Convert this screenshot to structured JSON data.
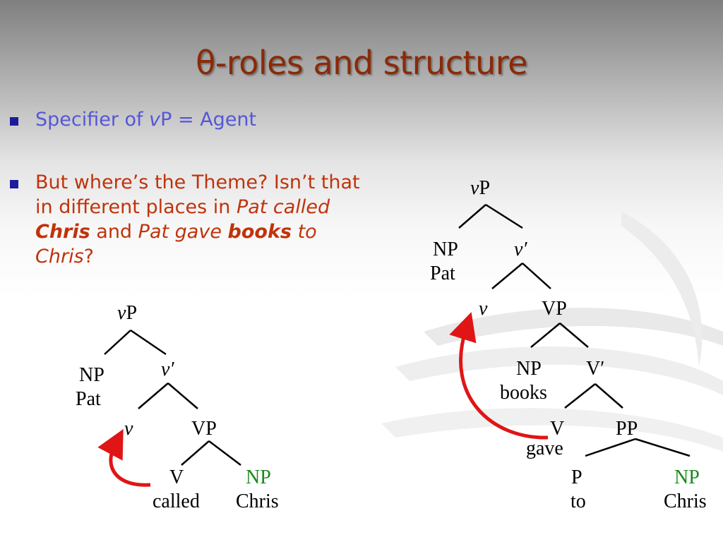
{
  "slide": {
    "title": "θ-roles and structure",
    "bullets": [
      {
        "before": "Specifier of ",
        "italic": "v",
        "after": "P = Agent"
      },
      {
        "t1": "But where’s the Theme? Isn’t that in different places in ",
        "t2": "Pat called",
        "t3": "Chris",
        "t4": " and ",
        "t5": "Pat gave",
        "t6": "books",
        "t7": " to Chris",
        "t8": "?"
      }
    ]
  },
  "tree_left": {
    "root_italic": "v",
    "root_rest": "P",
    "np": "NP",
    "np_word": "Pat",
    "vbar": "v′",
    "v": "v",
    "vp": "VP",
    "verb": "V",
    "verb_word": "called",
    "obj": "NP",
    "obj_word": "Chris"
  },
  "tree_right": {
    "root_italic": "v",
    "root_rest": "P",
    "np": "NP",
    "np_word": "Pat",
    "vbar": "v′",
    "v": "v",
    "vp": "VP",
    "np2": "NP",
    "np2_word": "books",
    "vbar2": "V′",
    "verb": "V",
    "verb_word": "gave",
    "pp": "PP",
    "p": "P",
    "p_word": "to",
    "obj": "NP",
    "obj_word": "Chris"
  },
  "colors": {
    "title": "#8b2a06",
    "bullet1_text": "#5557d6",
    "bullet2_text": "#c0330b",
    "bullet_marker": "#1c1c9a",
    "arrow": "#e01515",
    "theme_np": "#1a8a1a"
  }
}
